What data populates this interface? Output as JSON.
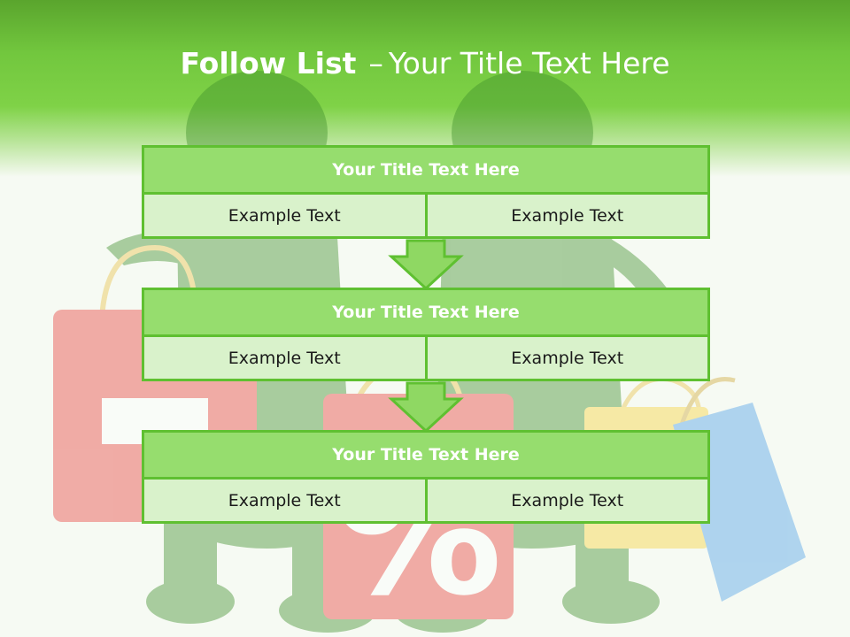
{
  "slide": {
    "title_bold": "Follow List",
    "title_dash": "–",
    "title_rest": "Your Title Text Here"
  },
  "panels": [
    {
      "heading": "Your Title Text Here",
      "left": "Example Text",
      "right": "Example Text"
    },
    {
      "heading": "Your Title Text Here",
      "left": "Example Text",
      "right": "Example Text"
    },
    {
      "heading": "Your Title Text Here",
      "left": "Example Text",
      "right": "Example Text"
    }
  ],
  "colors": {
    "header_green": "#7fd247",
    "panel_head": "#96dd6e",
    "panel_cell": "#d9f2cb",
    "border": "#5fc031"
  },
  "background": {
    "bag_symbol": "%"
  }
}
